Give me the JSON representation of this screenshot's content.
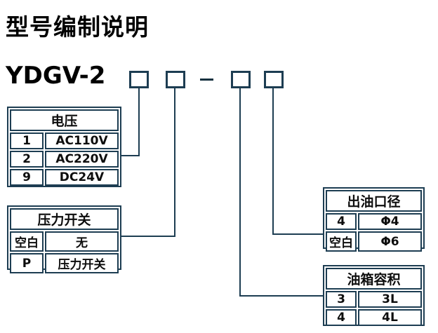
{
  "page": {
    "title": "型号编制说明",
    "model_code": "YDGV-2",
    "separator_glyph": "-"
  },
  "colors": {
    "line": "#1d3d52",
    "text": "#0d0d0d",
    "background": "#ffffff"
  },
  "code_boxes": {
    "count": 4,
    "note": "empty placeholder squares after model code"
  },
  "tables": {
    "voltage": {
      "title": "电压",
      "rows": [
        [
          "1",
          "AC110V"
        ],
        [
          "2",
          "AC220V"
        ],
        [
          "9",
          "DC24V"
        ]
      ]
    },
    "pressure_switch": {
      "title": "压力开关",
      "rows": [
        [
          "空白",
          "无"
        ],
        [
          "P",
          "压力开关"
        ]
      ]
    },
    "outlet_diameter": {
      "title": "出油口径",
      "rows": [
        [
          "4",
          "Φ4"
        ],
        [
          "空白",
          "Φ6"
        ]
      ]
    },
    "tank_capacity": {
      "title": "油箱容积",
      "rows": [
        [
          "3",
          "3L"
        ],
        [
          "4",
          "4L"
        ]
      ]
    }
  }
}
